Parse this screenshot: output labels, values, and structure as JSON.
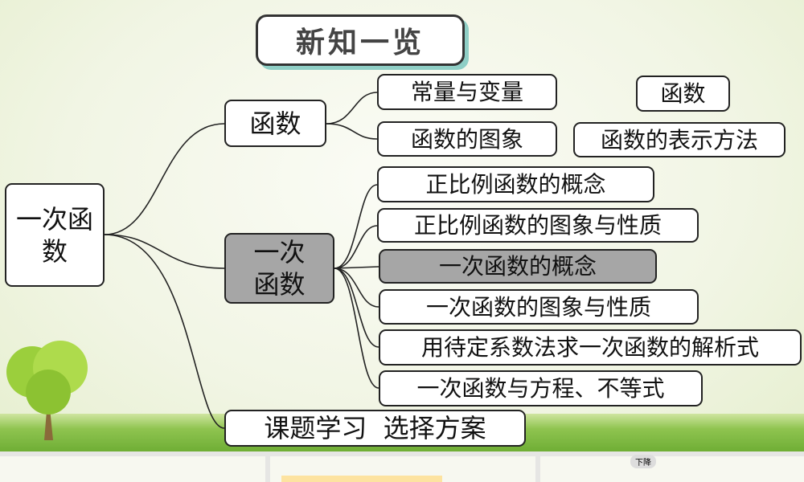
{
  "title": "新知一览",
  "root": "一次函数",
  "branches": {
    "hanshu": {
      "label": "函数",
      "children": [
        "常量与变量",
        "函数的图象"
      ],
      "extra": [
        "函数",
        "函数的表示方法"
      ]
    },
    "yici": {
      "label": "一次函数",
      "children": [
        "正比例函数的概念",
        "正比例函数的图象与性质",
        "一次函数的概念",
        "一次函数的图象与性质",
        "用待定系数法求一次函数的解析式",
        "一次函数与方程、不等式"
      ]
    },
    "ketI": {
      "label": "课题学习  选择方案"
    }
  },
  "thumbnail_text": "下降",
  "colors": {
    "highlight": "#a6a6a6",
    "title_shadow": "#8fcfc6"
  }
}
